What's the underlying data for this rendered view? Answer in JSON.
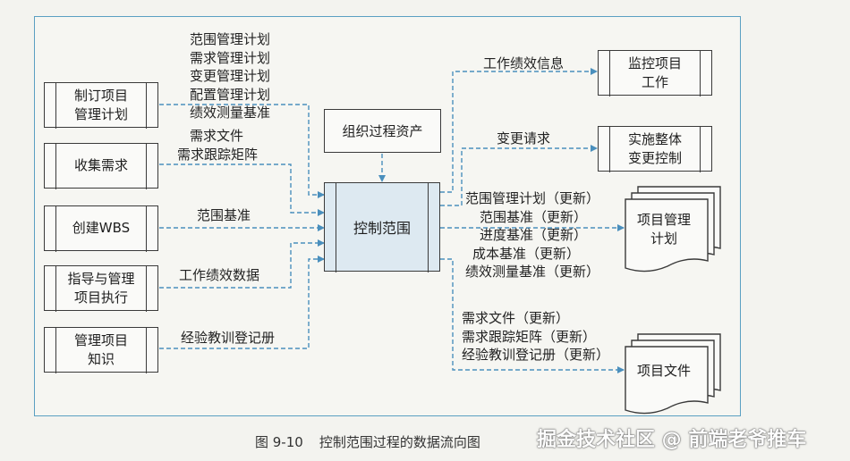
{
  "inputs": [
    {
      "id": "plan",
      "label": "制订项目\n管理计划"
    },
    {
      "id": "collect",
      "label": "收集需求"
    },
    {
      "id": "wbs",
      "label": "创建WBS"
    },
    {
      "id": "direct",
      "label": "指导与管理\n项目执行"
    },
    {
      "id": "knowledge",
      "label": "管理项目\n知识"
    }
  ],
  "input_labels": {
    "plan": [
      "范围管理计划",
      "需求管理计划",
      "变更管理计划",
      "配置管理计划",
      "绩效测量基准"
    ],
    "collect": [
      "需求文件",
      "需求跟踪矩阵"
    ],
    "wbs": [
      "范围基准"
    ],
    "direct": [
      "工作绩效数据"
    ],
    "knowledge": [
      "经验教训登记册"
    ]
  },
  "org_assets": "组织过程资产",
  "center": "控制范围",
  "outputs": {
    "monitor": "监控项目\n工作",
    "change_control": "实施整体\n变更控制",
    "pm_plan": "项目管理\n计划",
    "project_docs": "项目文件"
  },
  "output_labels": {
    "monitor": [
      "工作绩效信息"
    ],
    "change_control": [
      "变更请求"
    ],
    "pm_plan": [
      "范围管理计划（更新）",
      "范围基准（更新）",
      "进度基准（更新）",
      "成本基准（更新）",
      "绩效测量基准（更新）"
    ],
    "project_docs": [
      "需求文件（更新）",
      "需求跟踪矩阵（更新）",
      "经验教训登记册（更新）"
    ]
  },
  "caption": {
    "figure": "图 9-10",
    "title": "控制范围过程的数据流向图"
  },
  "watermark": "掘金技术社区 @ 前端老爷推车",
  "colors": {
    "frame": "#5a9fc2",
    "arrow": "#4a8fbd",
    "center_fill": "#dde9f1"
  }
}
